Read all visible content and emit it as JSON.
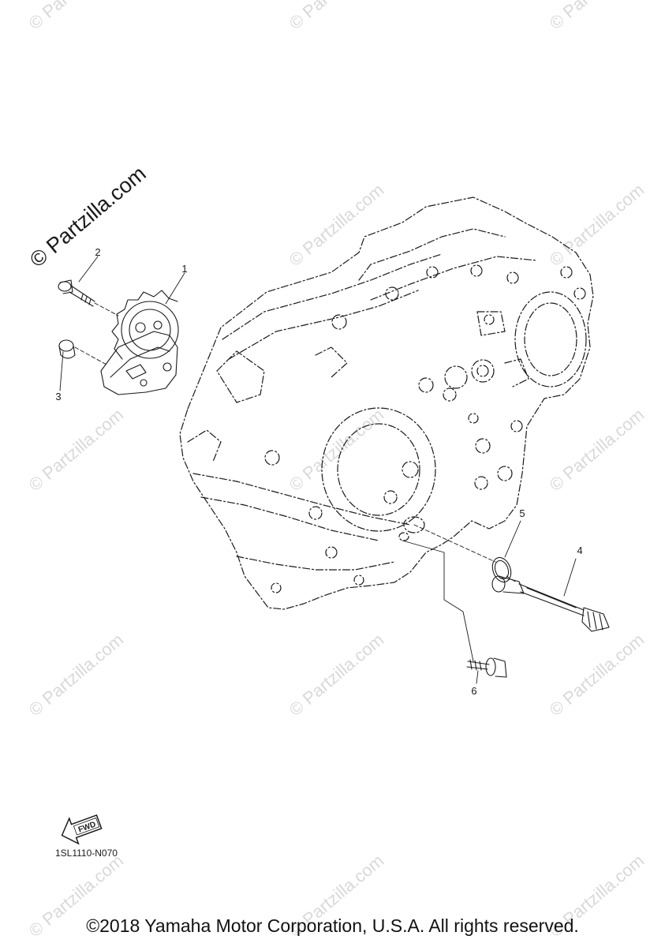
{
  "watermark": {
    "text": "© Partzilla.com",
    "main_text": "© Partzilla.com"
  },
  "callouts": [
    {
      "number": "1"
    },
    {
      "number": "2"
    },
    {
      "number": "3"
    },
    {
      "number": "4"
    },
    {
      "number": "5"
    },
    {
      "number": "6"
    }
  ],
  "fwd_badge": "FWD",
  "diagram_code": "1SL1110-N070",
  "copyright": "©2018 Yamaha Motor Corporation, U.S.A. All rights reserved.",
  "colors": {
    "line": "#1a1a1a",
    "watermark": "#d9d9d9",
    "background": "#ffffff"
  }
}
